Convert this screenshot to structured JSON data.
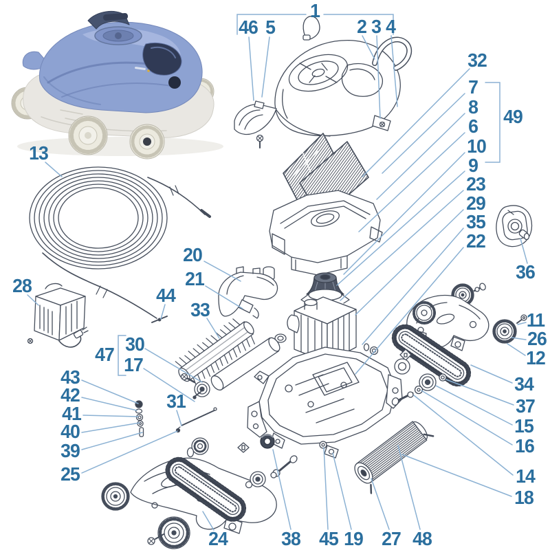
{
  "colors": {
    "label": "#2b6f9e",
    "leader": "#8bb1d3",
    "line_art": "#454d5b"
  },
  "labels": {
    "p1": "1",
    "p2": "2",
    "p3": "3",
    "p4": "4",
    "p5": "5",
    "p6": "6",
    "p7": "7",
    "p8": "8",
    "p9": "9",
    "p10": "10",
    "p11": "11",
    "p12": "12",
    "p13": "13",
    "p14": "14",
    "p15": "15",
    "p16": "16",
    "p17": "17",
    "p18": "18",
    "p19": "19",
    "p20": "20",
    "p21": "21",
    "p22": "22",
    "p23": "23",
    "p24": "24",
    "p25": "25",
    "p26": "26",
    "p27": "27",
    "p28": "28",
    "p29": "29",
    "p30": "30",
    "p31": "31",
    "p32": "32",
    "p33": "33",
    "p34": "34",
    "p35": "35",
    "p36": "36",
    "p37": "37",
    "p38": "38",
    "p39": "39",
    "p40": "40",
    "p41": "41",
    "p42": "42",
    "p43": "43",
    "p44": "44",
    "p45": "45",
    "p46": "46",
    "p47": "47",
    "p48": "48",
    "p49": "49"
  }
}
